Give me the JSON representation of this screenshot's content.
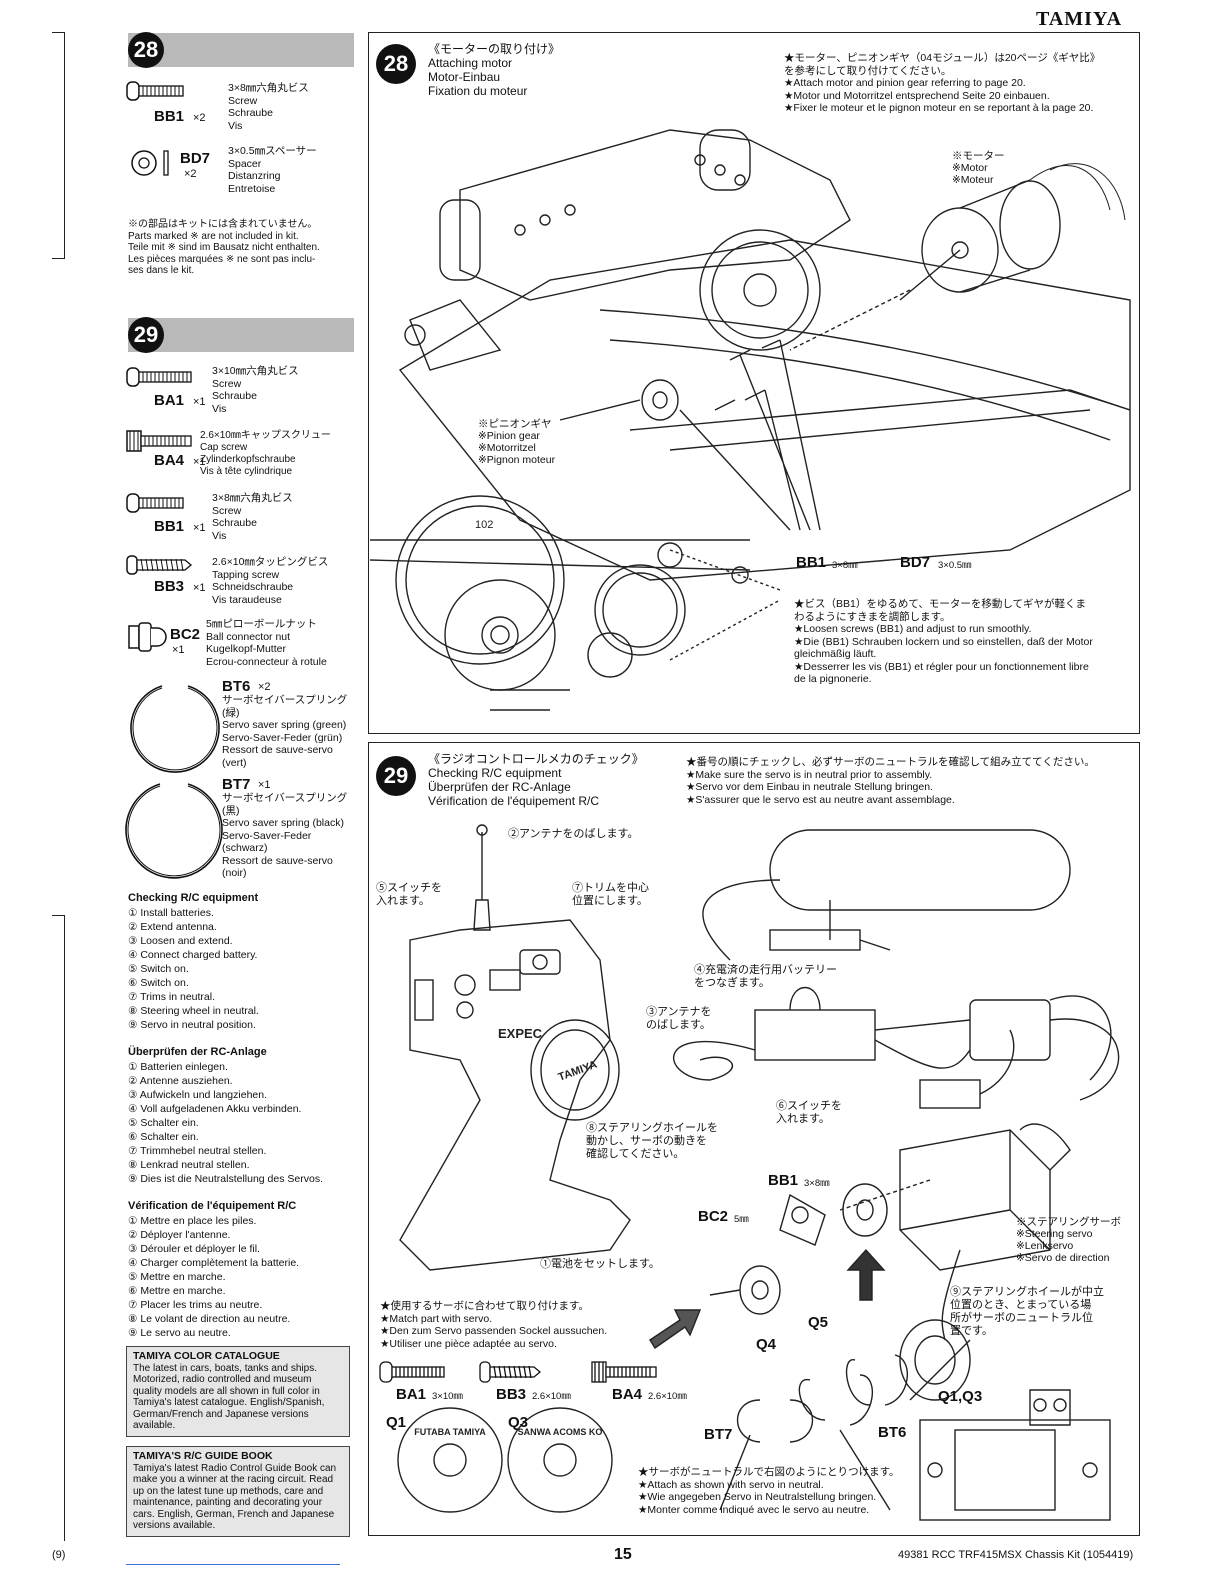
{
  "brand": "TAMIYA",
  "page_number": "15",
  "footer_code": "49381 RCC TRF415MSX Chassis Kit (1054419)",
  "footer_left": "(9)",
  "step28_parts": {
    "number": "28",
    "bb1_desc": "3×8㎜六角丸ビス\nScrew\nSchraube\nVis",
    "bb1_code": "BB1",
    "bb1_qty": "×2",
    "bd7_code": "BD7",
    "bd7_qty": "×2",
    "bd7_desc": "3×0.5㎜スペーサー\nSpacer\nDistanzring\nEntretoise",
    "note": "※の部品はキットには含まれていません。\nParts marked ※ are not included in kit.\nTeile mit ※ sind im Bausatz nicht enthalten.\nLes pièces marquées ※ ne sont pas inclu-\nses dans le kit."
  },
  "step29_parts": {
    "number": "29",
    "ba1_desc": "3×10㎜六角丸ビス\nScrew\nSchraube\nVis",
    "ba1_code": "BA1",
    "ba1_qty": "×1",
    "ba4_desc": "2.6×10㎜キャップスクリュー\nCap screw\nZylinderkopfschraube\nVis à tête cylindrique",
    "ba4_code": "BA4",
    "ba4_qty": "×1",
    "bb1_desc": "3×8㎜六角丸ビス\nScrew\nSchraube\nVis",
    "bb1_code": "BB1",
    "bb1_qty": "×1",
    "bb3_desc": "2.6×10㎜タッピングビス\nTapping screw\nSchneidschraube\nVis taraudeuse",
    "bb3_code": "BB3",
    "bb3_qty": "×1",
    "bc2_desc": "5㎜ピローボールナット\nBall connector nut\nKugelkopf-Mutter\nEcrou-connecteur à rotule",
    "bc2_code": "BC2",
    "bc2_qty": "×1",
    "bt6_code": "BT6",
    "bt6_qty": "×2",
    "bt6_desc": "サーボセイバースプリング\n(緑)\nServo saver spring (green)\nServo-Saver-Feder (grün)\nRessort de sauve-servo\n(vert)",
    "bt7_code": "BT7",
    "bt7_qty": "×1",
    "bt7_desc": "サーボセイバースプリング\n(黒)\nServo saver spring (black)\nServo-Saver-Feder\n(schwarz)\nRessort de sauve-servo\n(noir)"
  },
  "checklists": [
    {
      "title": "Checking R/C equipment",
      "items": "① Install batteries.\n② Extend antenna.\n③ Loosen and extend.\n④ Connect charged battery.\n⑤ Switch on.\n⑥ Switch on.\n⑦ Trims in neutral.\n⑧ Steering wheel in neutral.\n⑨ Servo in neutral position."
    },
    {
      "title": "Überprüfen der RC-Anlage",
      "items": "① Batterien einlegen.\n② Antenne ausziehen.\n③ Aufwickeln und langziehen.\n④ Voll aufgeladenen Akku verbinden.\n⑤ Schalter ein.\n⑥ Schalter ein.\n⑦ Trimmhebel neutral stellen.\n⑧ Lenkrad neutral stellen.\n⑨ Dies ist die Neutralstellung des Servos."
    },
    {
      "title": "Vérification de l'équipement R/C",
      "items": "① Mettre en place les piles.\n② Déployer l'antenne.\n③ Dérouler et déployer le fil.\n④ Charger complètement la batterie.\n⑤ Mettre en marche.\n⑥ Mettre en marche.\n⑦ Placer les trims au neutre.\n⑧ Le volant de direction au neutre.\n⑨ Le servo au neutre."
    }
  ],
  "catalogue": {
    "title": "TAMIYA COLOR CATALOGUE",
    "body": "The latest in cars, boats, tanks and ships. Motorized, radio controlled and museum quality models are all shown in full color in Tamiya's latest catalogue. English/Spanish, German/French and Japanese versions available."
  },
  "guidebook": {
    "title": "TAMIYA'S R/C GUIDE BOOK",
    "body": "Tamiya's latest Radio Control Guide Book can make you a winner at the racing circuit. Read up on the latest tune up methods, care and maintenance, painting and decorating your cars. English, German, French and Japanese versions available."
  },
  "step28": {
    "number": "28",
    "title": "《モーターの取り付け》\nAttaching motor\nMotor-Einbau\nFixation du moteur",
    "instr": "★モーター、ピニオンギヤ（04モジュール）は20ページ《ギヤ比》\nを参考にして取り付けてください。\n★Attach motor and pinion gear referring to page 20.\n★Motor und Motorritzel entsprechend Seite 20 einbauen.\n★Fixer le moteur et le pignon moteur en se reportant à la page 20.",
    "motor_label": "※モーター\n※Motor\n※Moteur",
    "pinion_label": "※ピニオンギヤ\n※Pinion gear\n※Motorritzel\n※Pignon moteur",
    "bb1": "BB1",
    "bb1_size": "3×8㎜",
    "bd7": "BD7",
    "bd7_size": "3×0.5㎜",
    "gear_teeth": "102",
    "adjust": "★ビス（BB1）をゆるめて、モーターを移動してギヤが軽くま\nわるようにすきまを調節します。\n★Loosen screws (BB1) and adjust to run smoothly.\n★Die (BB1) Schrauben lockern und so einstellen, daß der Motor\ngleichmäßig läuft.\n★Desserrer les vis (BB1) et régler pour un fonctionnement libre\nde la pignonerie."
  },
  "step29": {
    "number": "29",
    "title": "《ラジオコントロールメカのチェック》\nChecking R/C equipment\nÜberprüfen der RC-Anlage\nVérification de l'équipement R/C",
    "instr": "★番号の順にチェックし、必ずサーボのニュートラルを確認して組み立ててください。\n★Make sure the servo is in neutral prior to assembly.\n★Servo vor dem Einbau in neutrale Stellung bringen.\n★S'assurer que le servo est au neutre avant assemblage.",
    "c2": "②アンテナをのばします。",
    "c5": "⑤スイッチを\n入れます。",
    "c7": "⑦トリムを中心\n位置にします。",
    "c4": "④充電済の走行用バッテリー\nをつなぎます。",
    "c3": "③アンテナを\nのばします。",
    "c6": "⑥スイッチを\n入れます。",
    "c8": "⑧ステアリングホイールを\n動かし、サーボの動きを\n確認してください。",
    "c1": "①電池をセットします。",
    "c9": "⑨ステアリングホイールが中立\n位置のとき、とまっている場\n所がサーボのニュートラル位\n置です。",
    "steering_servo": "※ステアリングサーボ\n※Steering servo\n※Lenkservo\n※Servo de direction",
    "bb1": "BB1",
    "bb1_size": "3×8㎜",
    "bc2": "BC2",
    "bc2_size": "5㎜",
    "q5": "Q5",
    "q4": "Q4",
    "q13": "Q1,Q3",
    "bt7": "BT7",
    "bt6": "BT6",
    "use": "★使用するサーボに合わせて取り付けます。\n★Match part with servo.\n★Den zum Servo passenden Sockel aussuchen.\n★Utiliser une pièce adaptée au servo.",
    "ba1": "BA1",
    "ba1_size": "3×10㎜",
    "bb3": "BB3",
    "bb3_size": "2.6×10㎜",
    "ba4": "BA4",
    "ba4_size": "2.6×10㎜",
    "q1": "Q1",
    "q3": "Q3",
    "q1_text": "FUTABA TAMIYA",
    "q3_text": "SANWA ACOMS KO",
    "attach": "★サーボがニュートラルで右図のようにとりつけます。\n★Attach as shown with servo in neutral.\n★Wie angegeben Servo in Neutralstellung bringen.\n★Monter comme indiqué avec le servo au neutre.",
    "wheel_brand": "TAMIYA",
    "tx_brand": "EXPEC"
  }
}
